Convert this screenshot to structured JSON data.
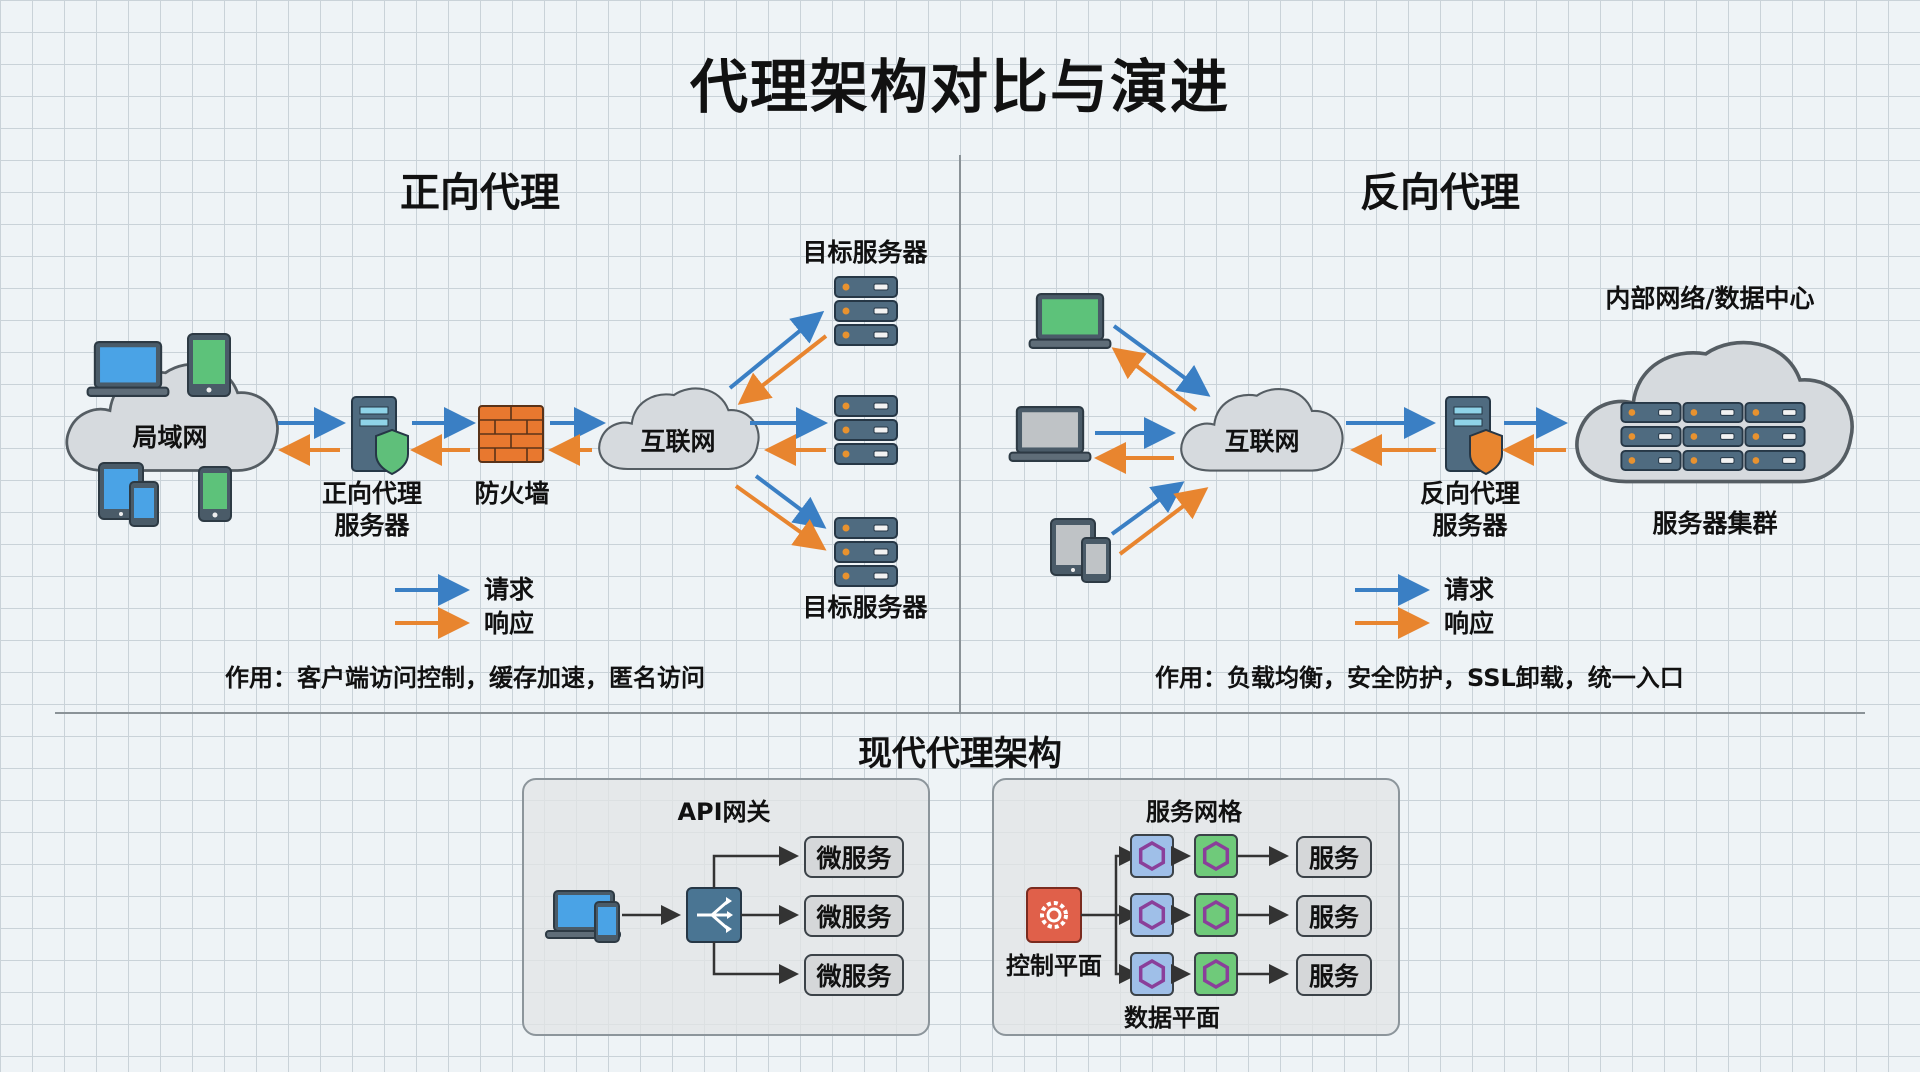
{
  "title": "代理架构对比与演进",
  "colors": {
    "request": "#3a7fc4",
    "response": "#e8852f",
    "server": "#4f6b80",
    "cloud": "#d6dade",
    "firewall": "#e8782f",
    "shield_forward": "#5fbf7a",
    "shield_reverse": "#e8852f",
    "control_plane": "#e0604a",
    "sidecar_blue": "#9fbfe8",
    "sidecar_green": "#6fca7a",
    "hexagon": "#8a3f9a"
  },
  "forward": {
    "title": "正向代理",
    "lan_label": "局域网",
    "proxy_label_line1": "正向代理",
    "proxy_label_line2": "服务器",
    "firewall_label": "防火墙",
    "internet_label": "互联网",
    "target_top_label": "目标服务器",
    "target_bottom_label": "目标服务器",
    "legend": {
      "request": "请求",
      "response": "响应"
    },
    "purpose": "作用：客户端访问控制，缓存加速，匿名访问"
  },
  "reverse": {
    "title": "反向代理",
    "internet_label": "互联网",
    "proxy_label_line1": "反向代理",
    "proxy_label_line2": "服务器",
    "datacenter_label": "内部网络/数据中心",
    "cluster_label": "服务器集群",
    "legend": {
      "request": "请求",
      "response": "响应"
    },
    "purpose": "作用：负载均衡，安全防护，SSL卸载，统一入口"
  },
  "modern": {
    "title": "现代代理架构",
    "api_gateway": {
      "title": "API网关",
      "services": [
        "微服务",
        "微服务",
        "微服务"
      ]
    },
    "service_mesh": {
      "title": "服务网格",
      "control_plane_label": "控制平面",
      "data_plane_label": "数据平面",
      "services": [
        "服务",
        "服务",
        "服务"
      ]
    }
  }
}
